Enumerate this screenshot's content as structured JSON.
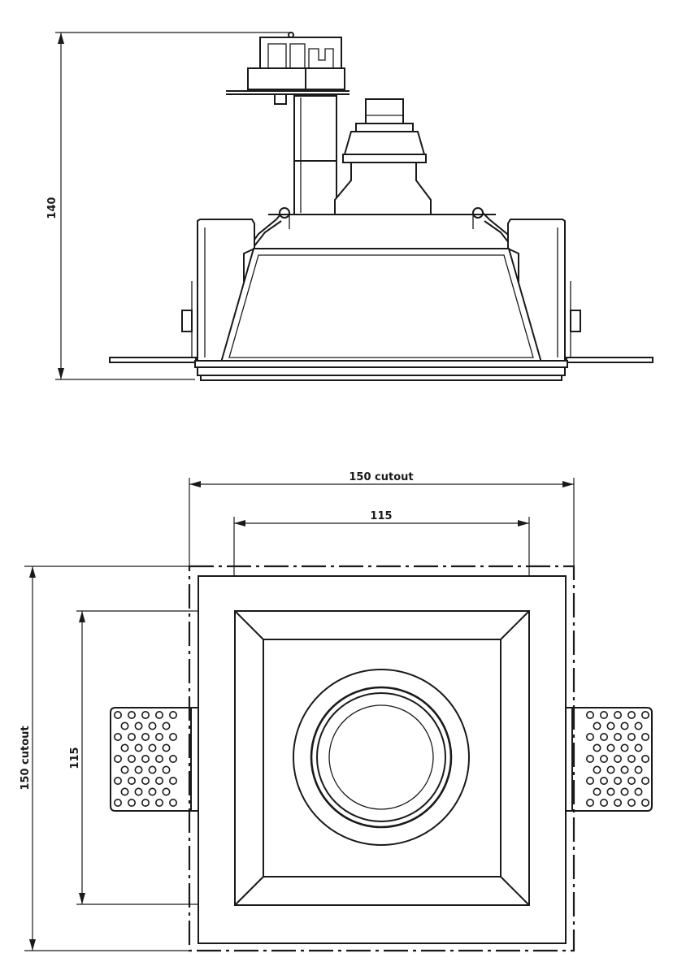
{
  "side_view": {
    "height_label": "140"
  },
  "top_view": {
    "cutout_width_label": "150 cutout",
    "inner_width_label": "115",
    "cutout_height_label": "150 cutout",
    "inner_height_label": "115"
  }
}
